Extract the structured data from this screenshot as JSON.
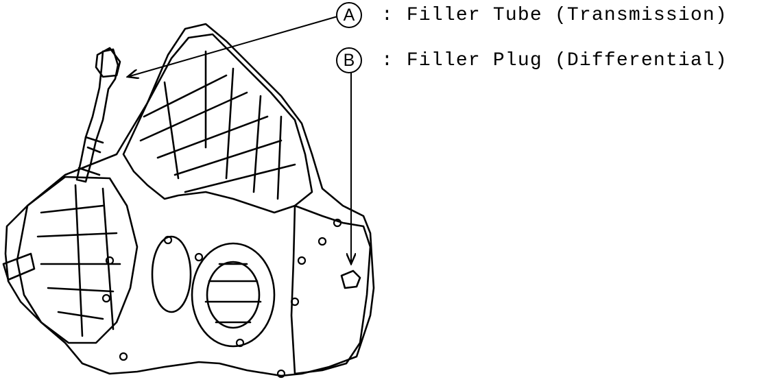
{
  "legend": {
    "a": {
      "letter": "A",
      "separator": ":",
      "text": "Filler Tube (Transmission)"
    },
    "b": {
      "letter": "B",
      "separator": ":",
      "text": "Filler Plug (Differential)"
    }
  },
  "colors": {
    "ink": "#000000",
    "paper": "#ffffff"
  }
}
